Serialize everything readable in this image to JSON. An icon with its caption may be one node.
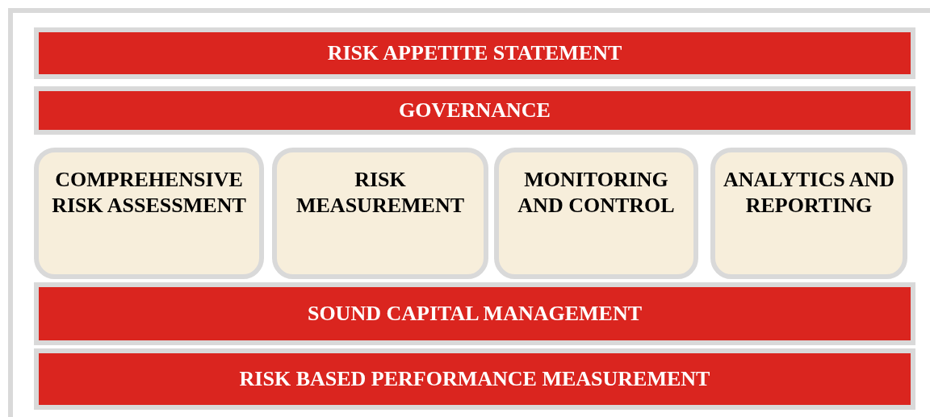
{
  "diagram": {
    "nodes": [
      {
        "text": [
          "RISK APPETITE STATEMENT"
        ]
      },
      {
        "text": [
          "GOVERNANCE"
        ]
      },
      {
        "text": [
          "COMPREHENSIVE RISK ASSESSMENT"
        ]
      },
      {
        "text": [
          "RISK MEASUREMENT"
        ]
      },
      {
        "text": [
          "MONITORING AND CONTROL"
        ]
      },
      {
        "text": [
          "ANALYTICS AND REPORTING"
        ]
      },
      {
        "text": [
          "SOUND CAPITAL MANAGEMENT"
        ]
      },
      {
        "text": [
          "RISK BASED PERFORMANCE MEASUREMENT"
        ]
      }
    ]
  }
}
